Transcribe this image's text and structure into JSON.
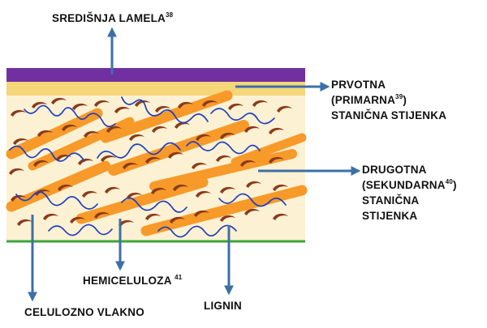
{
  "labels": {
    "middle_lamella": {
      "text": "SREDIŠNJA LAMELA",
      "sup": "38"
    },
    "primary_wall": {
      "line1": "PRVOTNA",
      "line2_a": "(PRIMARNA",
      "sup": "39",
      "line2_b": ")",
      "line3": "STANIČNA STIJENKA"
    },
    "secondary_wall": {
      "line1": "DRUGOTNA",
      "line2_a": "(SEKUNDARNA",
      "sup": "40",
      "line2_b": ")",
      "line3": "STANIČNA",
      "line4": "STIJENKA"
    },
    "hemicellulose": {
      "text": "HEMICELULOZA ",
      "sup": "41"
    },
    "cellulose_fiber": {
      "text": "CELULOZNO VLAKNO"
    },
    "lignin": {
      "text": "LIGNIN"
    }
  },
  "colors": {
    "middle_lamella": "#7030a0",
    "primary_wall": "#f5d67a",
    "secondary_wall": "#fdf1d3",
    "cellulose": "#f79a2a",
    "microfibril": "#8b3a1a",
    "lignin": "#1f3fbf",
    "plasma_membrane": "#3aa63a",
    "arrow": "#3d6fa8"
  }
}
